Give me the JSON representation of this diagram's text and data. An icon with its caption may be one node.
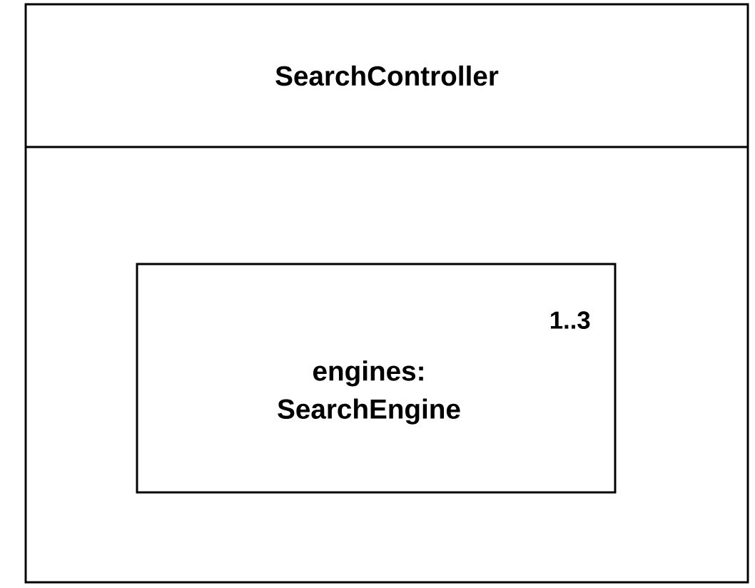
{
  "diagram": {
    "nodes": [
      {
        "text": [
          "SearchController"
        ]
      },
      {
        "text": [
          "1..3",
          "engines: SearchEngine"
        ],
        "in": 0
      }
    ]
  }
}
